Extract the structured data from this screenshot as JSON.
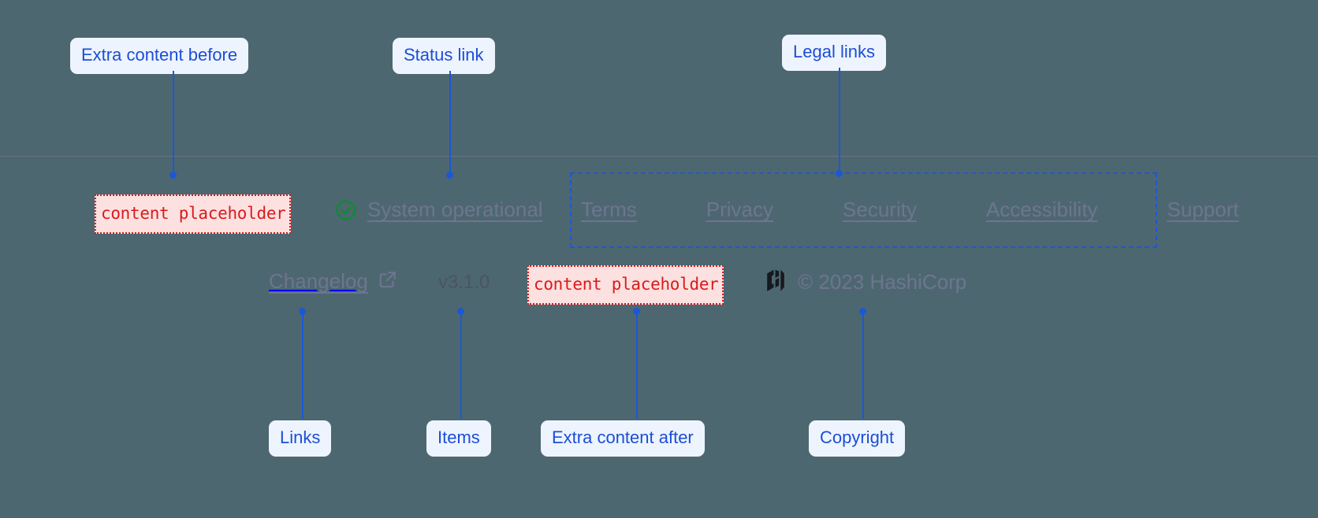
{
  "theme": {
    "background": "#4d6770",
    "callout_bg": "#eef4fe",
    "callout_text": "#1b4ed8",
    "leader": "#1b58d8",
    "placeholder_bg": "#fde0e0",
    "placeholder_border": "#d81b1b",
    "placeholder_text": "#d81b1b",
    "link_text": "#6d7590",
    "status_ok": "#0f8a34",
    "logo": "#16191f",
    "divider": "#7b7f96"
  },
  "callouts": {
    "extra_before": "Extra content before",
    "status_link": "Status link",
    "legal_links": "Legal links",
    "links": "Links",
    "items": "Items",
    "extra_after": "Extra content after",
    "copyright": "Copyright"
  },
  "footer": {
    "placeholder_before": "content placeholder",
    "placeholder_after": "content placeholder",
    "status": {
      "icon": "check-circle-icon",
      "label": "System operational"
    },
    "legal_links": [
      {
        "label": "Terms"
      },
      {
        "label": "Privacy"
      },
      {
        "label": "Security"
      },
      {
        "label": "Accessibility"
      },
      {
        "label": "Support"
      }
    ],
    "changelog": {
      "label": "Changelog",
      "icon": "external-link-icon"
    },
    "version": "v3.1.0",
    "copyright": {
      "logo": "hashicorp-logo",
      "text": "© 2023 HashiCorp"
    }
  }
}
